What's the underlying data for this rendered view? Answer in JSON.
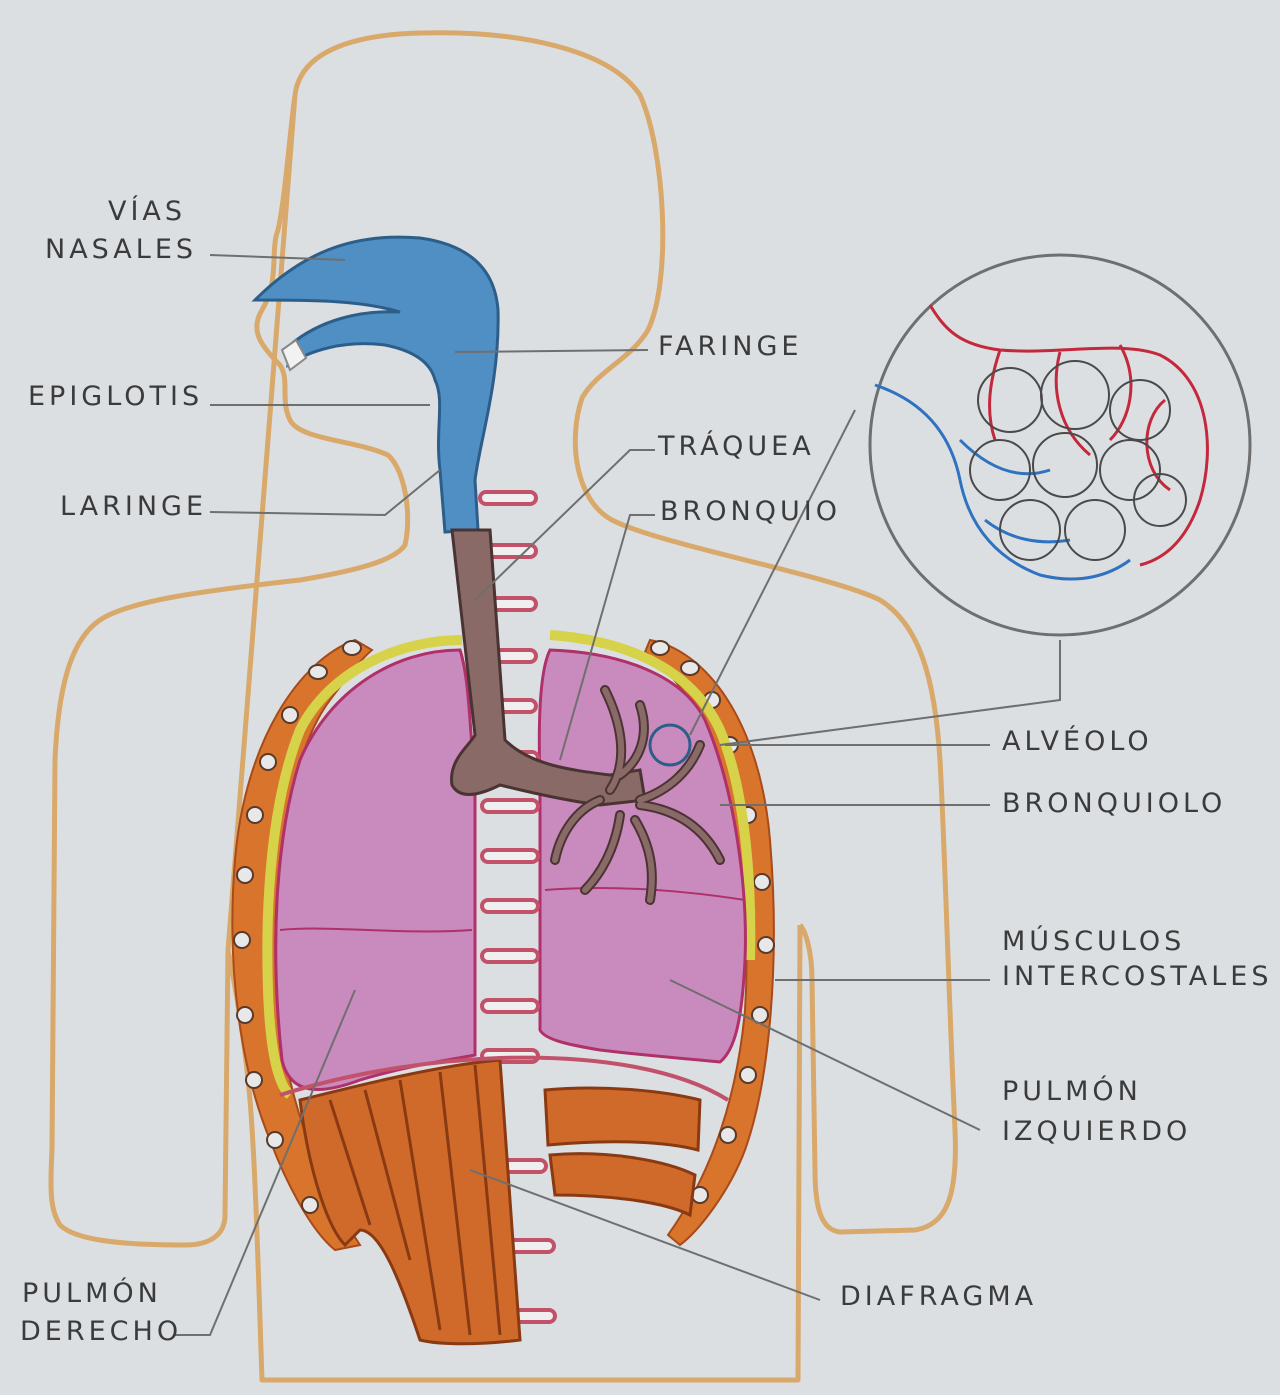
{
  "labels": {
    "vias_1": "VÍAS",
    "vias_2": "NASALES",
    "faringe": "FARINGE",
    "epiglotis": "EPIGLOTIS",
    "traquea": "TRÁQUEA",
    "laringe": "LARINGE",
    "bronquio": "BRONQUIO",
    "alveolo": "ALVÉOLO",
    "bronquiolo": "BRONQUIOLO",
    "musculos_1": "MÚSCULOS",
    "musculos_2": "INTERCOSTALES",
    "pulmon_izq_1": "PULMÓN",
    "pulmon_izq_2": "IZQUIERDO",
    "pulmon_der_1": "PULMÓN",
    "pulmon_der_2": "DERECHO",
    "diafragma": "DIAFRAGMA"
  },
  "colors": {
    "paper": "#dcdfe2",
    "body_outline": "#d8a96a",
    "airway_blue": "#4f8fc4",
    "trachea_brown": "#8a6a67",
    "lung_pink": "#c98bbd",
    "lung_outline": "#b0306a",
    "pleura_yellow": "#d6d24a",
    "rib_orange": "#d9742c",
    "muscle_orange": "#cf6a2a",
    "vertebra_red": "#c2516a",
    "capillary_red": "#c4283c",
    "capillary_blue": "#2f72c0",
    "leader_line": "#6f6f6f"
  }
}
